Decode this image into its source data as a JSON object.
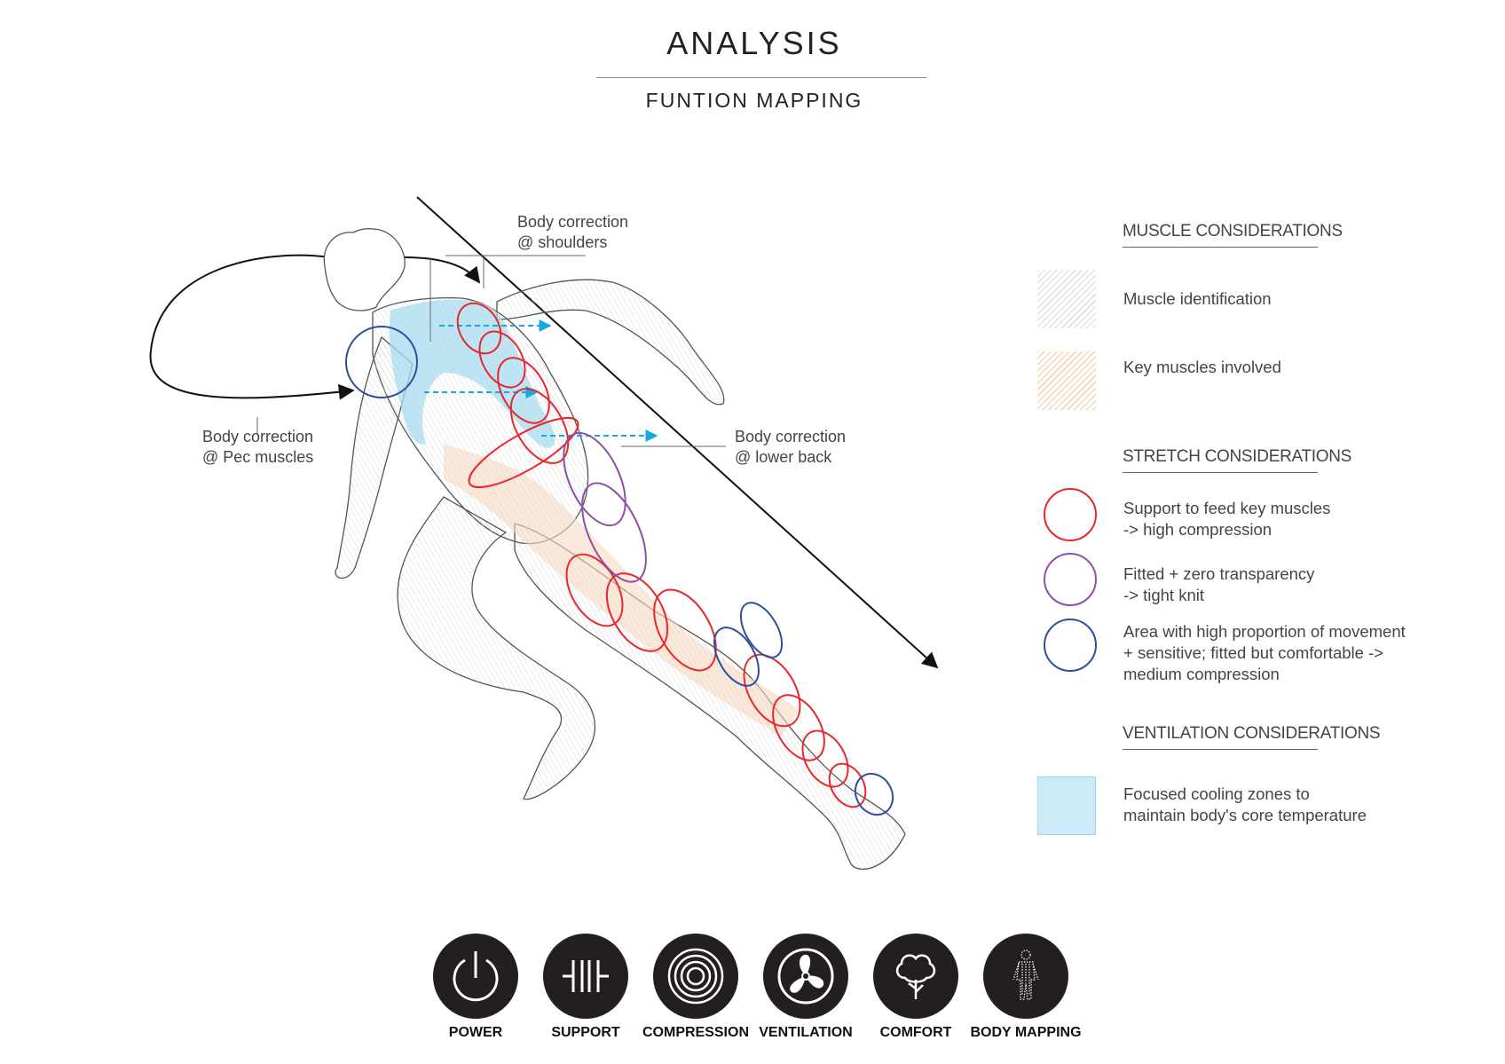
{
  "header": {
    "title": "ANALYSIS",
    "subtitle": "FUNTION MAPPING"
  },
  "callouts": {
    "shoulders": [
      "Body correction",
      "@ shoulders"
    ],
    "pec": [
      "Body correction",
      "@ Pec muscles"
    ],
    "lower_back": [
      "Body correction",
      "@ lower back"
    ]
  },
  "legend": {
    "muscle": {
      "heading": "MUSCLE CONSIDERATIONS",
      "items": [
        "Muscle identification",
        "Key muscles involved"
      ]
    },
    "stretch": {
      "heading": "STRETCH CONSIDERATIONS",
      "items": [
        [
          "Support to feed key muscles",
          "-> high compression"
        ],
        [
          "Fitted + zero transparency",
          "-> tight knit"
        ],
        [
          "Area with high proportion of movement",
          "+ sensitive; fitted but comfortable ->",
          "medium compression"
        ]
      ]
    },
    "ventilation": {
      "heading": "VENTILATION CONSIDERATIONS",
      "items": [
        [
          "Focused cooling zones to",
          "maintain body's core temperature"
        ]
      ]
    }
  },
  "functions": [
    {
      "label": "POWER",
      "icon": "power-icon"
    },
    {
      "label": "SUPPORT",
      "icon": "support-icon"
    },
    {
      "label": "COMPRESSION",
      "icon": "compression-icon"
    },
    {
      "label": "VENTILATION",
      "icon": "fan-icon"
    },
    {
      "label": "COMFORT",
      "icon": "cotton-icon"
    },
    {
      "label": "BODY MAPPING",
      "icon": "body-mapping-icon"
    }
  ],
  "colors": {
    "high_compression": "#e8262c",
    "tight_knit": "#8e4fa6",
    "medium_compression": "#2e4f9c",
    "cooling": "#a9dcf2",
    "key_muscles": "#f7d9c1",
    "arrow_blue": "#1aa6e0",
    "icon_bg": "#231f20"
  }
}
